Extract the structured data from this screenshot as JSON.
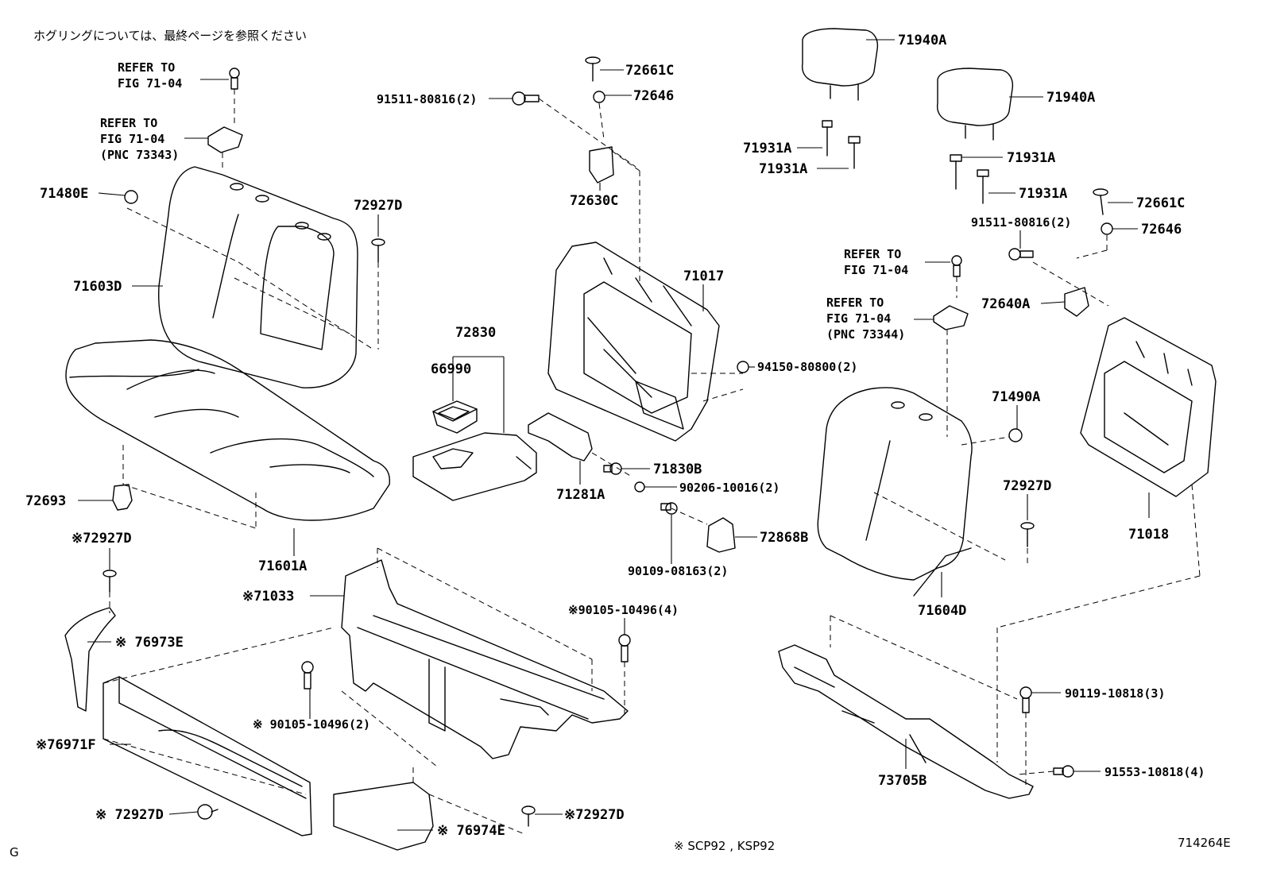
{
  "header_note": "ホグリングについては、最終ページを参照ください",
  "footer": {
    "left": "G",
    "note": "※  SCP92 , KSP92",
    "figure_code": "714264E"
  },
  "refs": {
    "r1a": "REFER TO",
    "r1b": "FIG 71-04",
    "r2a": "REFER TO",
    "r2b": "FIG 71-04",
    "r2c": "(PNC 73343)",
    "r3a": "REFER TO",
    "r3b": "FIG 71-04",
    "r4a": "REFER TO",
    "r4b": "FIG 71-04",
    "r4c": "(PNC 73344)"
  },
  "parts": {
    "p71480E": "71480E",
    "p72927D_a": "72927D",
    "p71603D": "71603D",
    "p72693": "72693",
    "p71601A": "71601A",
    "p72927D_b": "※72927D",
    "p76973E": "※ 76973E",
    "p76971F": "※76971F",
    "p72927D_c": "※ 72927D",
    "p71033": "※71033",
    "p90105_a": "※ 90105-10496(2)",
    "p76974E": "※ 76974E",
    "p72927D_d": "※72927D",
    "p90105_b": "※90105-10496(4)",
    "p91511_a": "91511-80816(2)",
    "p72661C_a": "72661C",
    "p72646_a": "72646",
    "p72630C": "72630C",
    "p71017": "71017",
    "p72830": "72830",
    "p66990": "66990",
    "p71281A": "71281A",
    "p71830B": "71830B",
    "p90206": "90206-10016(2)",
    "p94150": "94150-80800(2)",
    "p72868B": "72868B",
    "p90109": "90109-08163(2)",
    "p71940A_a": "71940A",
    "p71940A_b": "71940A",
    "p71931A_a": "71931A",
    "p71931A_b": "71931A",
    "p71931A_c": "71931A",
    "p71931A_d": "71931A",
    "p72661C_b": "72661C",
    "p91511_b": "91511-80816(2)",
    "p72646_b": "72646",
    "p72640A": "72640A",
    "p71490A": "71490A",
    "p72927D_e": "72927D",
    "p71018": "71018",
    "p71604D": "71604D",
    "p90119": "90119-10818(3)",
    "p91553": "91553-10818(4)",
    "p73705B": "73705B"
  }
}
